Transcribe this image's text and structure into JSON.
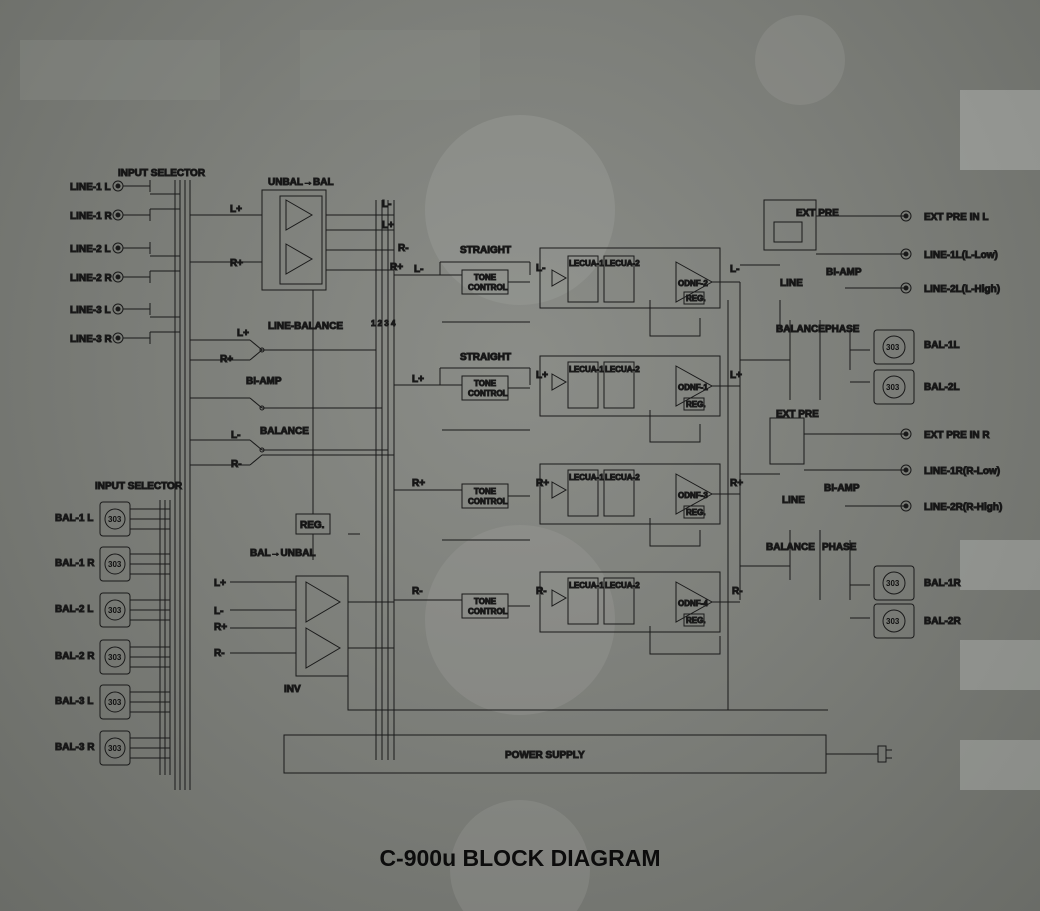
{
  "title": "C-900u BLOCK DIAGRAM",
  "colors": {
    "line": "#1a1a1a",
    "label": "#111111",
    "background": "#7d7f7a"
  },
  "left": {
    "input_selector_top": "INPUT SELECTOR",
    "rca_inputs": [
      "LINE-1 L",
      "LINE-1 R",
      "LINE-2 L",
      "LINE-2 R",
      "LINE-3 L",
      "LINE-3 R"
    ],
    "input_selector_bottom": "INPUT SELECTOR",
    "xlr_inputs": [
      "BAL-1 L",
      "BAL-1 R",
      "BAL-2 L",
      "BAL-2 R",
      "BAL-3 L",
      "BAL-3 R"
    ]
  },
  "center": {
    "unbal_bal": "UNBAL→BAL",
    "bal_unbal": "BAL→UNBAL",
    "line_balance": "LINE-BALANCE",
    "bi_amp": "BI-AMP",
    "balance": "BALANCE",
    "reg": "REG.",
    "inv": "INV",
    "bus_numbers": "1 2 3 4",
    "signal_labels": [
      "L+",
      "R+",
      "L-",
      "R-"
    ],
    "straight": "STRAIGHT",
    "tone_control": [
      "TONE",
      "CONTROL"
    ],
    "lecua_1": "LECUA-1",
    "lecua_2": "LECUA-2",
    "odnf": [
      "ODNF-2",
      "ODNF-1",
      "ODNF-3",
      "ODNF-4"
    ],
    "amp_reg": "REG.",
    "power_supply": "POWER SUPPLY"
  },
  "right": {
    "ext_pre": "EXT PRE",
    "line": "LINE",
    "bi_amp": "BI-AMP",
    "balance": "BALANCE",
    "phase": "PHASE",
    "outputs_l": [
      "EXT PRE IN L",
      "LINE-1L(L-Low)",
      "LINE-2L(L-High)"
    ],
    "bal_outputs_l": [
      "BAL-1L",
      "BAL-2L"
    ],
    "outputs_r": [
      "EXT PRE IN R",
      "LINE-1R(R-Low)",
      "LINE-2R(R-High)"
    ],
    "bal_outputs_r": [
      "BAL-1R",
      "BAL-2R"
    ]
  }
}
